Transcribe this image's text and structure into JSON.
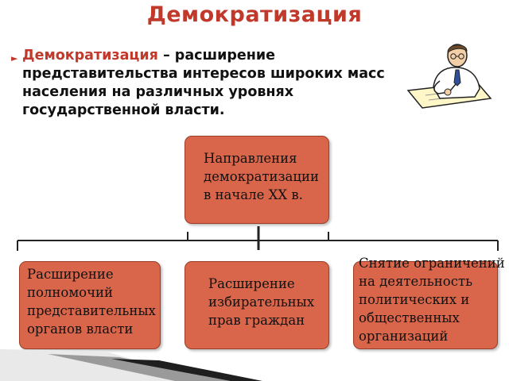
{
  "slide": {
    "title": "Демократизация",
    "definition": {
      "term": "Демократизация",
      "text": " – расширение представительства интересов широких масс населения на различных уровнях государственной власти."
    }
  },
  "diagram": {
    "root": {
      "label": "Направления\nдемократизации\nв начале XX в."
    },
    "children": [
      {
        "label": "Расширение\nполномочий\nпредставительных\nорганов власти"
      },
      {
        "label": "Расширение\nизбирательных\nправ граждан"
      },
      {
        "label": "Снятие ограничений\nна деятельность\nполитических и\nобщественных\nорганизаций"
      }
    ]
  },
  "colors": {
    "title": "#c0392b",
    "box_fill": "#d9664b",
    "box_border": "#9d3d27",
    "connector": "#222222"
  },
  "icons": {
    "bullet": "triangle-bullet-icon",
    "clipart": "writing-man-clipart"
  }
}
